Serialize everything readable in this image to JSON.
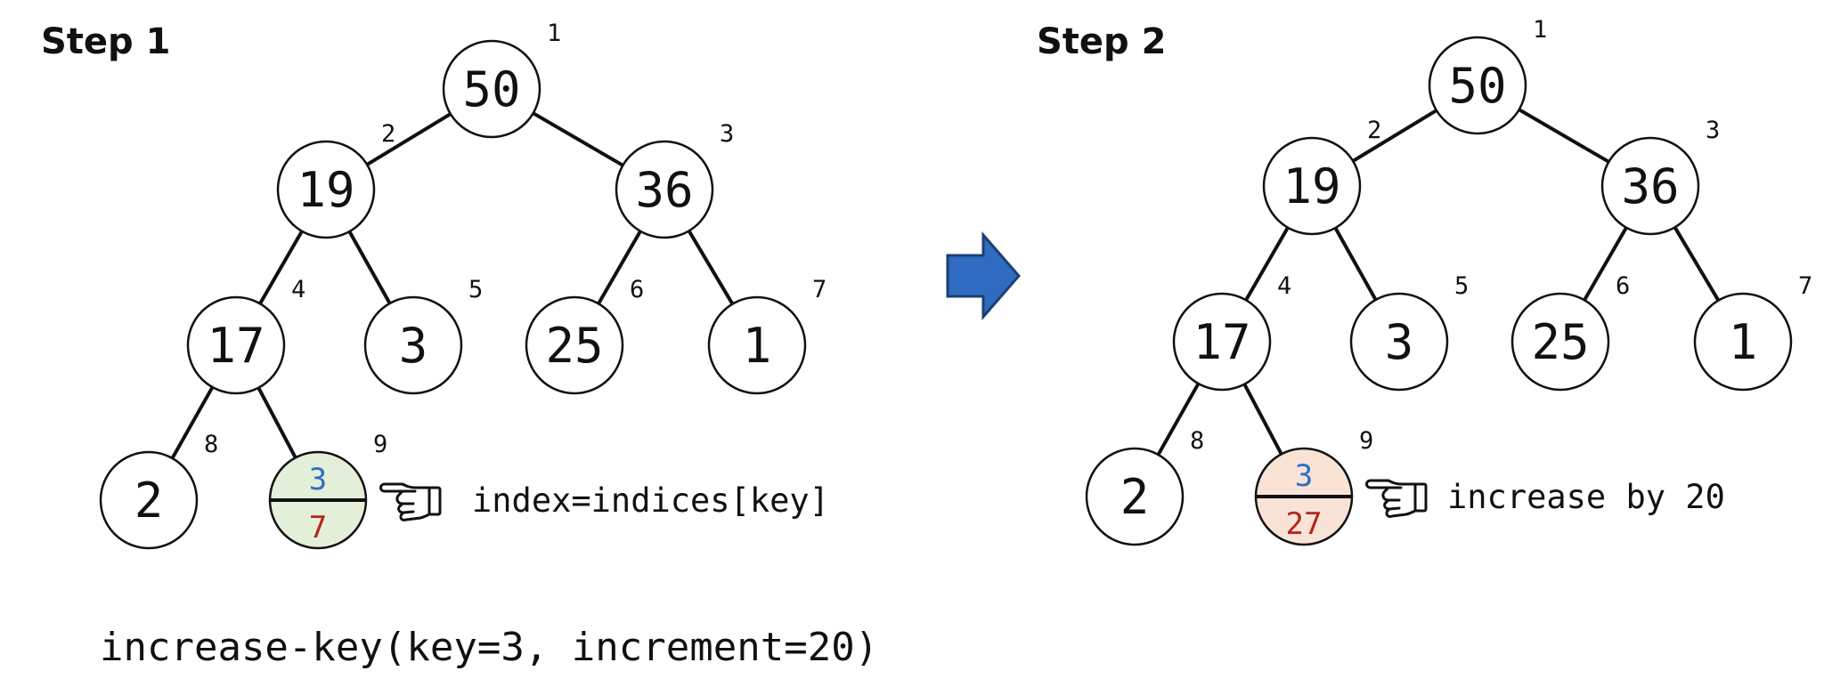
{
  "steps": [
    {
      "title": "Step 1",
      "nodes": [
        {
          "index": "1",
          "value": "50"
        },
        {
          "index": "2",
          "value": "19"
        },
        {
          "index": "3",
          "value": "36"
        },
        {
          "index": "4",
          "value": "17"
        },
        {
          "index": "5",
          "value": "3"
        },
        {
          "index": "6",
          "value": "25"
        },
        {
          "index": "7",
          "value": "1"
        },
        {
          "index": "8",
          "value": "2"
        },
        {
          "index": "9",
          "key": "3",
          "priority": "7",
          "fill": "#e3efd9"
        }
      ],
      "annotation": "index=indices[key]"
    },
    {
      "title": "Step 2",
      "nodes": [
        {
          "index": "1",
          "value": "50"
        },
        {
          "index": "2",
          "value": "19"
        },
        {
          "index": "3",
          "value": "36"
        },
        {
          "index": "4",
          "value": "17"
        },
        {
          "index": "5",
          "value": "3"
        },
        {
          "index": "6",
          "value": "25"
        },
        {
          "index": "7",
          "value": "1"
        },
        {
          "index": "8",
          "value": "2"
        },
        {
          "index": "9",
          "key": "3",
          "priority": "27",
          "fill": "#f8e3d6"
        }
      ],
      "annotation": "increase by 20"
    }
  ],
  "operation": "increase-key(key=3, increment=20)",
  "colors": {
    "key": "#2f6ec2",
    "priority": "#b3251b",
    "arrow": "#2f6bc0",
    "arrow_stroke": "#1c3f73"
  },
  "icons": {
    "pointer": "pointing-hand-icon",
    "arrow": "right-arrow-icon"
  }
}
